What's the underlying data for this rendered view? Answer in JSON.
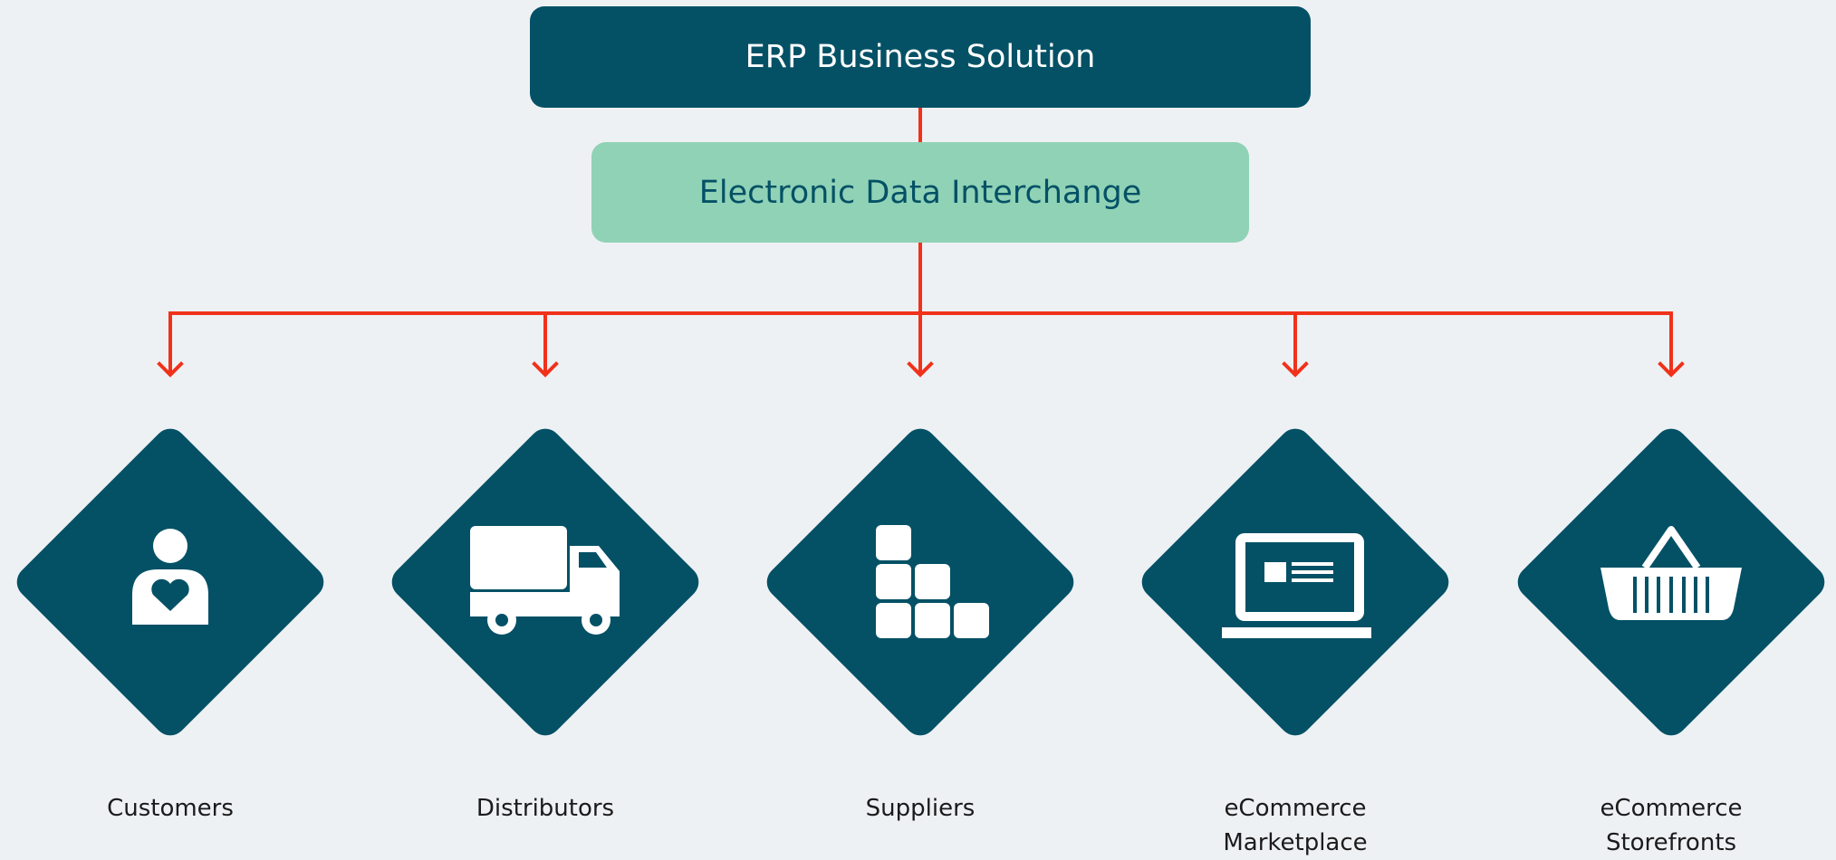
{
  "header": {
    "title": "ERP Business Solution"
  },
  "middleware": {
    "title": "Electronic Data Interchange"
  },
  "colors": {
    "primary": "#045166",
    "secondary": "#90d2b6",
    "connector": "#f0321b",
    "background": "#eef1f4"
  },
  "nodes": [
    {
      "label": "Customers",
      "icon": "customer-heart-icon"
    },
    {
      "label": "Distributors",
      "icon": "delivery-truck-icon"
    },
    {
      "label": "Suppliers",
      "icon": "stacked-boxes-icon"
    },
    {
      "label": "eCommerce Marketplace",
      "icon": "laptop-icon"
    },
    {
      "label": "eCommerce Storefronts",
      "icon": "shopping-basket-icon"
    }
  ]
}
